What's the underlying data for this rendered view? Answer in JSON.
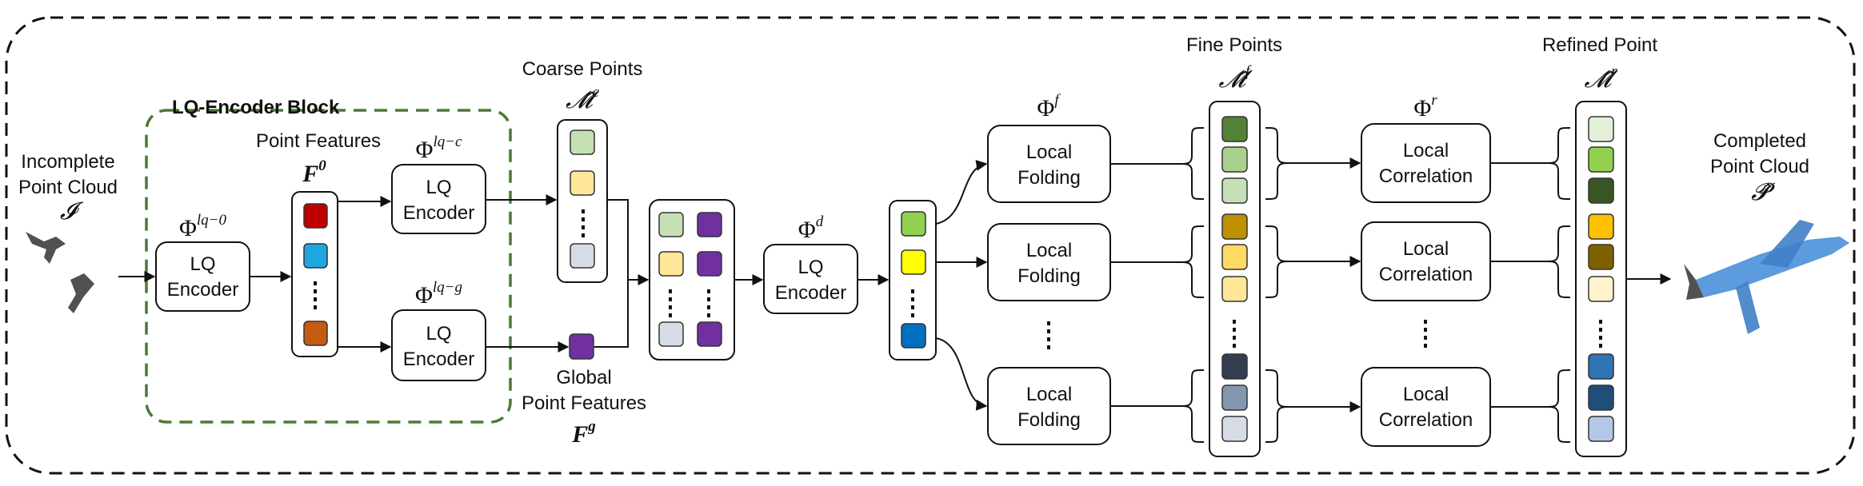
{
  "title_block": "LQ-Encoder Block",
  "input": {
    "label_line1": "Incomplete",
    "label_line2": "Point Cloud",
    "symbol": "𝓘"
  },
  "output": {
    "label_line1": "Completed",
    "label_line2": "Point Cloud",
    "symbol": "𝓟̂"
  },
  "encoders": {
    "lq0": {
      "phi": "Φ",
      "sup": "lq−0",
      "line1": "LQ",
      "line2": "Encoder"
    },
    "lqc": {
      "phi": "Φ",
      "sup": "lq−c",
      "line1": "LQ",
      "line2": "Encoder"
    },
    "lqg": {
      "phi": "Φ",
      "sup": "lq−g",
      "line1": "LQ",
      "line2": "Encoder"
    },
    "d": {
      "phi": "Φ",
      "sup": "d",
      "line1": "LQ",
      "line2": "Encoder"
    }
  },
  "point_features": {
    "label": "Point Features",
    "symbol": "F",
    "sup": "0"
  },
  "coarse_points": {
    "label": "Coarse Points",
    "symbol": "𝓜̂",
    "sup": "c"
  },
  "global_features": {
    "line1": "Global",
    "line2": "Point Features",
    "symbol": "F",
    "sup": "g"
  },
  "folding": {
    "phi": "Φ",
    "sup": "f",
    "items": [
      {
        "line1": "Local",
        "line2": "Folding"
      },
      {
        "line1": "Local",
        "line2": "Folding"
      },
      {
        "line1": "Local",
        "line2": "Folding"
      }
    ]
  },
  "fine_points": {
    "label": "Fine Points",
    "symbol": "𝓜̂",
    "sup": "f"
  },
  "correlation": {
    "phi": "Φ",
    "sup": "r",
    "items": [
      {
        "line1": "Local",
        "line2": "Correlation"
      },
      {
        "line1": "Local",
        "line2": "Correlation"
      },
      {
        "line1": "Local",
        "line2": "Correlation"
      }
    ]
  },
  "refined_points": {
    "label": "Refined Point",
    "symbol": "𝓜̂",
    "sup": "r"
  },
  "colors": {
    "block_border": "#4a7a35",
    "point_features": [
      "#c00000",
      "#1ea7e1",
      "#c55a11"
    ],
    "coarse": [
      "#c5e0b4",
      "#ffe699",
      "#d6dce5"
    ],
    "global": "#7030a0",
    "concat_left": [
      "#c5e0b4",
      "#ffe699",
      "#d6dce5"
    ],
    "concat_right": [
      "#7030a0",
      "#7030a0",
      "#7030a0"
    ],
    "decoder_out": [
      "#92d050",
      "#ffff00",
      "#0070c0"
    ],
    "fine": [
      "#538135",
      "#a9d18e",
      "#c5e0b4",
      "#bf9000",
      "#ffd966",
      "#ffe699",
      "#333f50",
      "#8497b0",
      "#d6dce5"
    ],
    "refined": [
      "#e2f0d9",
      "#92d050",
      "#375623",
      "#ffc000",
      "#7f6000",
      "#fff2cc",
      "#2e75b6",
      "#1f4e79",
      "#b4c7e7"
    ]
  }
}
